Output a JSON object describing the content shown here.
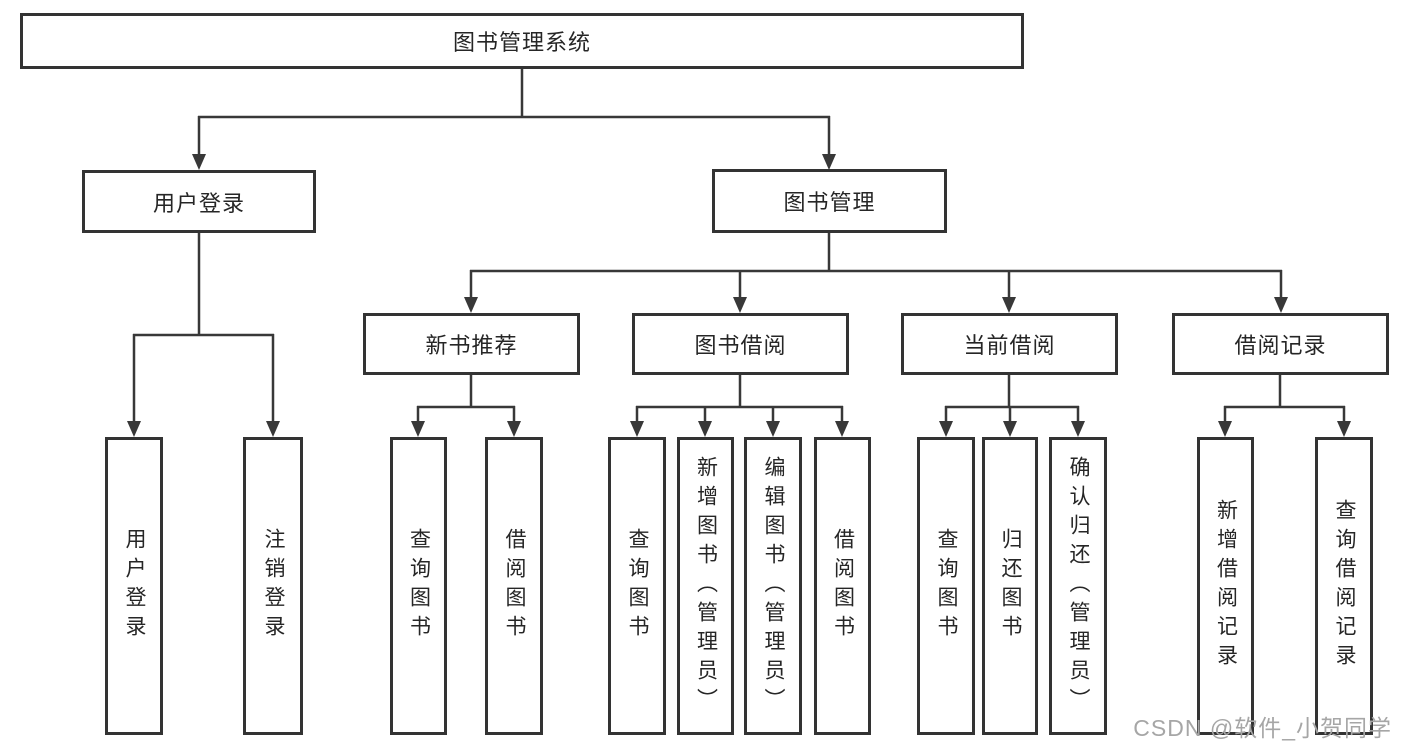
{
  "nodes": {
    "root": "图书管理系统",
    "user_login": "用户登录",
    "book_mgmt": "图书管理",
    "new_book_rec": "新书推荐",
    "book_borrow": "图书借阅",
    "current_borrow": "当前借阅",
    "borrow_record": "借阅记录",
    "leaf_user_login": "用户登录",
    "leaf_logout": "注销登录",
    "leaf_nb_query": "查询图书",
    "leaf_nb_borrow": "借阅图书",
    "leaf_bb_query": "查询图书",
    "leaf_bb_add": "新增图书（管理员）",
    "leaf_bb_edit": "编辑图书（管理员）",
    "leaf_bb_borrow": "借阅图书",
    "leaf_cb_query": "查询图书",
    "leaf_cb_return": "归还图书",
    "leaf_cb_confirm": "确认归还（管理员）",
    "leaf_br_add": "新增借阅记录",
    "leaf_br_query": "查询借阅记录"
  },
  "watermark": "CSDN @软件_小贺同学",
  "colors": {
    "line": "#383838",
    "box_border": "#333333",
    "box_fill": "#ffffff",
    "text": "#262626",
    "watermark": "#a6a6a6"
  }
}
